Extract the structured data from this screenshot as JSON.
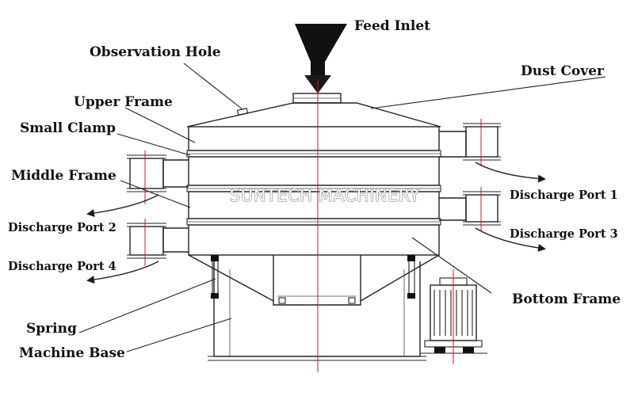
{
  "labels": {
    "feed_inlet": "Feed Inlet",
    "observation_hole": "Observation Hole",
    "dust_cover": "Dust Cover",
    "upper_frame": "Upper Frame",
    "small_clamp": "Small Clamp",
    "middle_frame": "Middle Frame",
    "discharge_port_1": "Discharge Port 1",
    "discharge_port_2": "Discharge Port 2",
    "discharge_port_3": "Discharge Port 3",
    "discharge_port_4": "Discharge Port 4",
    "bottom_frame": "Bottom Frame",
    "spring": "Spring",
    "machine_base": "Machine Base"
  },
  "watermark": "SUNTECH MACHINERY",
  "colors": {
    "centerline": "#d11a1a",
    "line": "#222222",
    "label": "#111111"
  }
}
